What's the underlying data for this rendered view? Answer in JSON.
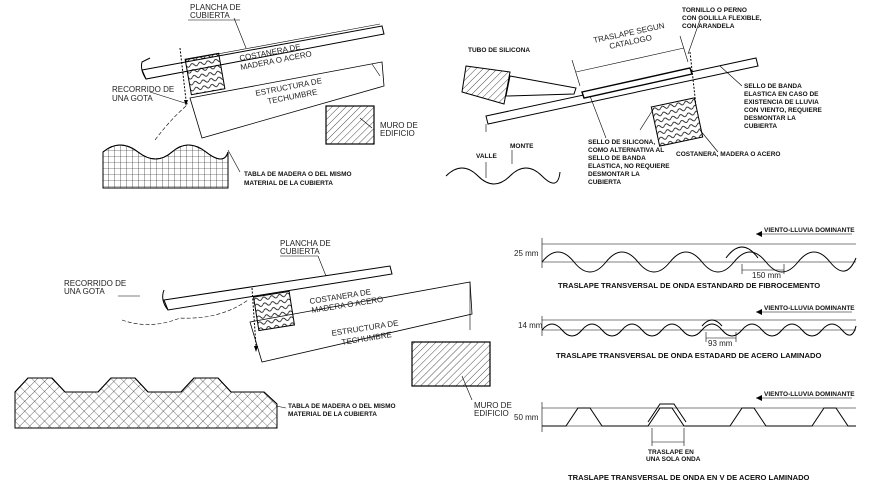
{
  "fig1": {
    "plancha_1": "PLANCHA DE",
    "plancha_2": "CUBIERTA",
    "costanera_1": "COSTANERA DE",
    "costanera_2": "MADERA O ACERO",
    "estructura_1": "ESTRUCTURA DE",
    "estructura_2": "TECHUMBRE",
    "recorrido_1": "RECORRIDO DE",
    "recorrido_2": "UNA GOTA",
    "muro_1": "MURO DE",
    "muro_2": "EDIFICIO",
    "tabla_1": "TABLA DE MADERA O DEL MISMO",
    "tabla_2": "MATERIAL DE LA CUBIERTA"
  },
  "fig2": {
    "tubo": "TUBO DE SILICONA",
    "traslape_1": "TRASLAPE SEGUN",
    "traslape_2": "CATALOGO",
    "tornillo_1": "TORNILLO O PERNO",
    "tornillo_2": "CON GOLILLA FLEXIBLE,",
    "tornillo_3": "CON ARANDELA",
    "sello_banda_1": "SELLO DE BANDA",
    "sello_banda_2": "ELASTICA EN CASO DE",
    "sello_banda_3": "EXISTENCIA DE LLUVIA",
    "sello_banda_4": "CON VIENTO, REQUIERE",
    "sello_banda_5": "DESMONTAR LA",
    "sello_banda_6": "CUBIERTA",
    "sello_silicona_1": "SELLO DE SILICONA,",
    "sello_silicona_2": "COMO ALTERNATIVA AL",
    "sello_silicona_3": "SELLO DE BANDA",
    "sello_silicona_4": "ELASTICA, NO REQUIERE",
    "sello_silicona_5": "DESMONTAR LA",
    "sello_silicona_6": "CUBIERTA",
    "costanera": "COSTANERA, MADERA O ACERO",
    "valle": "VALLE",
    "monte": "MONTE"
  },
  "fig3": {
    "plancha_1": "PLANCHA DE",
    "plancha_2": "CUBIERTA",
    "costanera_1": "COSTANERA DE",
    "costanera_2": "MADERA O ACERO",
    "estructura_1": "ESTRUCTURA DE",
    "estructura_2": "TECHUMBRE",
    "recorrido_1": "RECORRIDO DE",
    "recorrido_2": "UNA GOTA",
    "muro_1": "MURO DE",
    "muro_2": "EDIFICIO",
    "tabla_1": "TABLA DE MADERA O DEL MISMO",
    "tabla_2": "MATERIAL DE LA CUBIERTA"
  },
  "profiles": {
    "p1": {
      "viento": "VIENTO-LLUVIA DOMINANTE",
      "height": "25 mm",
      "span": "150 mm",
      "caption": "TRASLAPE TRANSVERSAL DE ONDA ESTANDARD DE FIBROCEMENTO"
    },
    "p2": {
      "viento": "VIENTO-LLUVIA DOMINANTE",
      "height": "14 mm",
      "span": "93 mm",
      "caption": "TRASLAPE TRANSVERSAL DE ONDA ESTADARD DE ACERO LAMINADO"
    },
    "p3": {
      "viento": "VIENTO-LLUVIA DOMINANTE",
      "height": "50 mm",
      "traslape_1": "TRASLAPE EN",
      "traslape_2": "UNA SOLA ONDA",
      "caption": "TRASLAPE TRANSVERSAL DE ONDA EN V DE ACERO LAMINADO"
    }
  }
}
